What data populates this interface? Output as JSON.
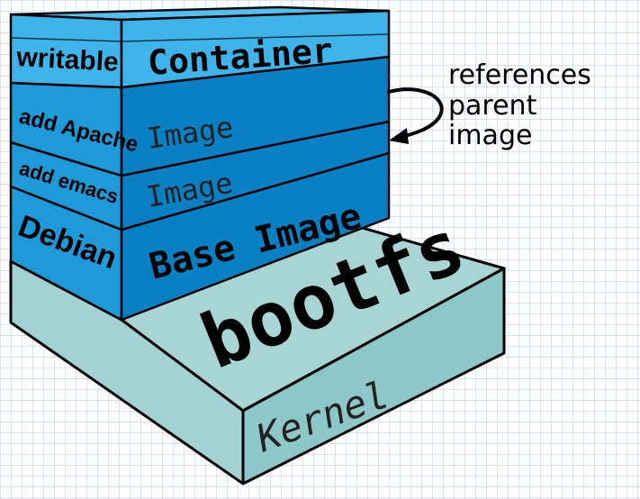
{
  "colors": {
    "container": "#3fb4ea",
    "image_layer": "#0a80c4",
    "side_panel": "#1e9ad8",
    "bootfs": "#a8d5d4",
    "kernel": "#8ec7c8",
    "outline": "#000000"
  },
  "layers": {
    "container": {
      "side_label": "writable",
      "label": "Container"
    },
    "image_apache": {
      "side_label": "add Apache",
      "label": "Image"
    },
    "image_emacs": {
      "side_label": "add emacs",
      "label": "Image"
    },
    "base_image": {
      "side_label": "Debian",
      "label": "Base Image"
    },
    "bootfs": {
      "label": "bootfs"
    },
    "kernel": {
      "label": "Kernel"
    }
  },
  "annotation": {
    "line1": "references",
    "line2": "parent",
    "line3": "image",
    "icon": "curved-arrow-icon"
  }
}
